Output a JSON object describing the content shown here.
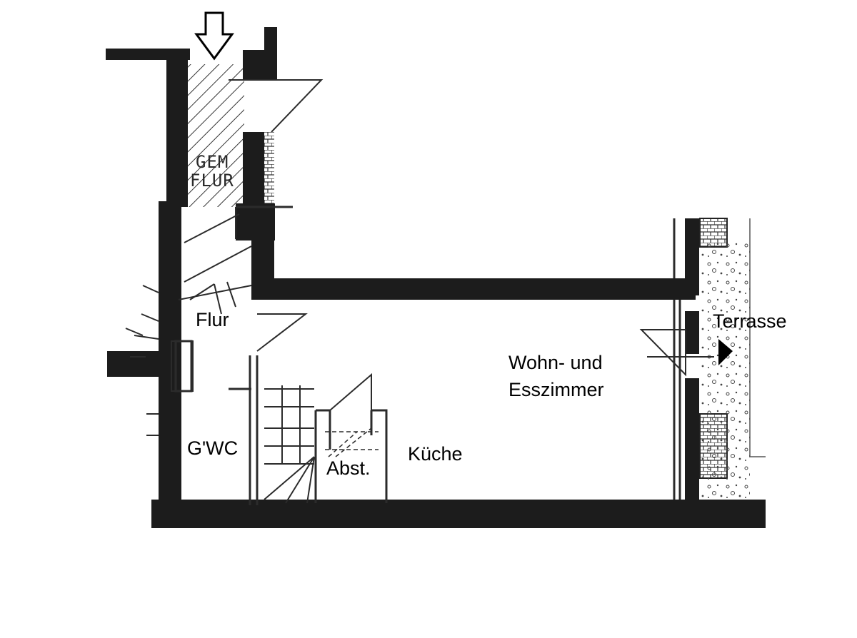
{
  "rooms": {
    "flur": "Flur",
    "gwc": "G'WC",
    "abst": "Abst.",
    "kueche": "Küche",
    "wohn_line1": "Wohn- und",
    "wohn_line2": "Esszimmer",
    "terrasse": "Terrasse"
  },
  "handwritten": {
    "gem_line1": "GEM",
    "gem_line2": "FLUR"
  },
  "colors": {
    "wall": "#1c1c1c",
    "line": "#2b2b2b",
    "background": "#ffffff"
  },
  "icons": {
    "entrance": "down-arrow-icon",
    "terrace_door": "right-arrow-icon"
  }
}
